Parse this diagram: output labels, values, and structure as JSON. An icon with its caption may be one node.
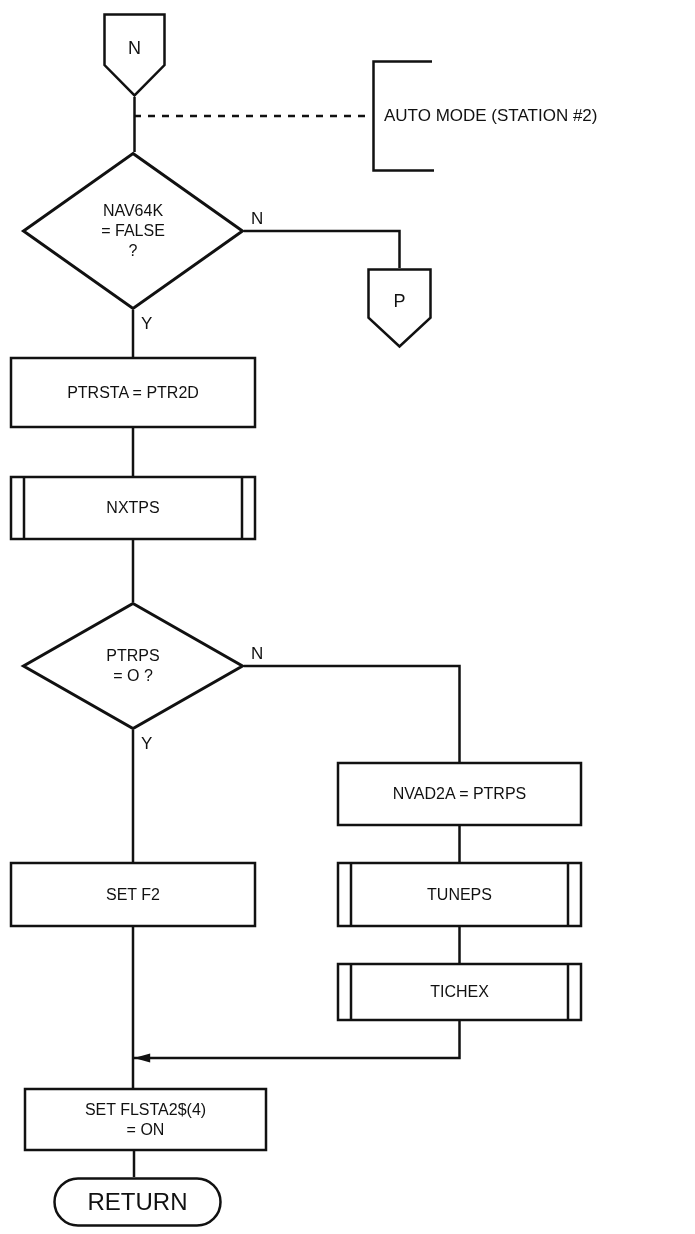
{
  "diagram": {
    "nodes": [
      {
        "text": [
          "N"
        ]
      },
      {
        "text": [
          "AUTO MODE (STATION #2)"
        ]
      },
      {
        "text": [
          "NAV64K = FALSE ?"
        ]
      },
      {
        "text": [
          "P"
        ]
      },
      {
        "text": [
          "PTRSTA = PTR2D"
        ]
      },
      {
        "text": [
          "NXTPS"
        ]
      },
      {
        "text": [
          "PTRPS = O ?"
        ]
      },
      {
        "text": [
          "NVAD2A = PTRPS"
        ]
      },
      {
        "text": [
          "SET F2"
        ]
      },
      {
        "text": [
          "TUNEPS"
        ]
      },
      {
        "text": [
          "TICHEX"
        ]
      },
      {
        "text": [
          "SET FLSTA2$(4) = ON"
        ]
      },
      {
        "text": [
          "RETURN"
        ]
      }
    ],
    "edges": [
      {
        "from": 0,
        "to": 2,
        "arrow": "none"
      },
      {
        "from": null,
        "to": 1,
        "arrow": "none",
        "style": "dashed"
      },
      {
        "from": 2,
        "to": 3,
        "arrow": "none",
        "label": "N"
      },
      {
        "from": 2,
        "to": 4,
        "arrow": "none",
        "label": "Y"
      },
      {
        "from": 4,
        "to": 5,
        "arrow": "none"
      },
      {
        "from": 5,
        "to": 6,
        "arrow": "none"
      },
      {
        "from": 6,
        "to": 8,
        "arrow": "none",
        "label": "Y"
      },
      {
        "from": 6,
        "to": 7,
        "arrow": "none",
        "label": "N"
      },
      {
        "from": 7,
        "to": 9,
        "arrow": "none"
      },
      {
        "from": 9,
        "to": 10,
        "arrow": "none"
      },
      {
        "from": 10,
        "to": 11,
        "arrow": "to"
      },
      {
        "from": 8,
        "to": 11,
        "arrow": "none"
      },
      {
        "from": 11,
        "to": 12,
        "arrow": "none"
      }
    ]
  }
}
